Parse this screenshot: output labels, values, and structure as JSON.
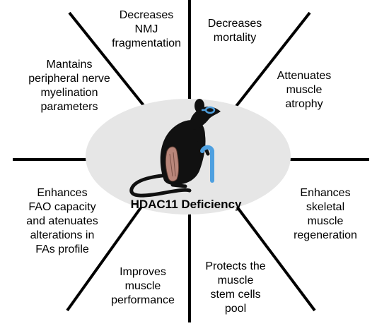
{
  "center": {
    "title": "HDAC11 Deficiency"
  },
  "effects": [
    {
      "id": "nmj",
      "text": "Decreases\nNMJ\nfragmentation"
    },
    {
      "id": "mortality",
      "text": "Decreases\nmortality"
    },
    {
      "id": "atrophy",
      "text": "Attenuates\nmuscle\natrophy"
    },
    {
      "id": "regeneration",
      "text": "Enhances\nskeletal\nmuscle\nregeneration"
    },
    {
      "id": "stem-cells",
      "text": "Protects the\nmuscle\nstem cells\npool"
    },
    {
      "id": "performance",
      "text": "Improves\nmuscle\nperformance"
    },
    {
      "id": "fao",
      "text": "Enhances\nFAO capacity\nand atenuates\nalterations in\nFAs profile"
    },
    {
      "id": "myelination",
      "text": "Mantains\nperipheral nerve\nmyelination\nparameters"
    }
  ],
  "colors": {
    "ellipse": "#e6e6e6",
    "spoke": "#000000",
    "rat": "#111111",
    "muscle": "#b9867a",
    "cane": "#4ea0e0"
  },
  "icons": [
    "rat-icon",
    "cane-icon",
    "glasses-icon"
  ]
}
